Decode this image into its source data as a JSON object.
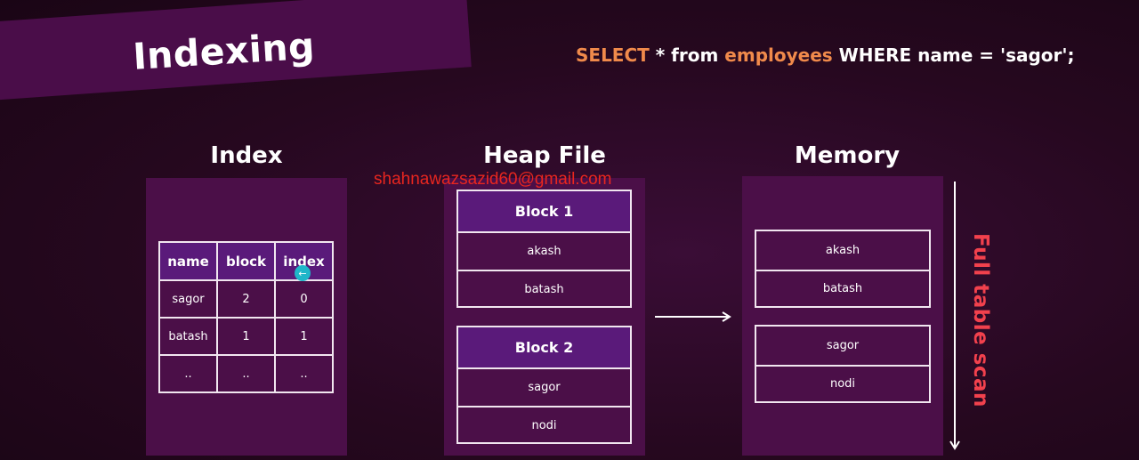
{
  "banner": {
    "title": "Indexing"
  },
  "query": {
    "parts": [
      "SELECT",
      " * from ",
      "employees",
      " WHERE name = 'sagor';"
    ]
  },
  "watermark": "shahnawazsazid60@gmail.com",
  "index_section": {
    "title": "Index",
    "columns": [
      "name",
      "block",
      "index"
    ],
    "rows": [
      [
        "sagor",
        "2",
        "0"
      ],
      [
        "batash",
        "1",
        "1"
      ],
      [
        "..",
        "..",
        ".."
      ]
    ]
  },
  "heap_section": {
    "title": "Heap File",
    "blocks": [
      {
        "label": "Block 1",
        "rows": [
          "akash",
          "batash"
        ]
      },
      {
        "label": "Block 2",
        "rows": [
          "sagor",
          "nodi"
        ]
      }
    ]
  },
  "memory_section": {
    "title": "Memory",
    "groups": [
      {
        "rows": [
          "akash",
          "batash"
        ]
      },
      {
        "rows": [
          "sagor",
          "nodi"
        ]
      }
    ]
  },
  "scan_label": "Full table scan",
  "colors": {
    "accent_orange": "#f08a4b",
    "panel": "#4b0f48",
    "header_purple": "#5a1a7a",
    "scan_red": "#f2414d",
    "watermark_red": "#e8261f"
  }
}
